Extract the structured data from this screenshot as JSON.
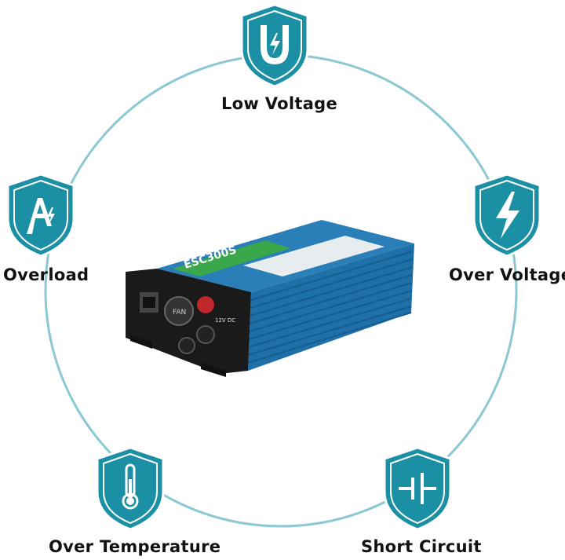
{
  "features": [
    {
      "id": "low-voltage",
      "label": "Low Voltage",
      "icon": "magnet-bolt-icon"
    },
    {
      "id": "overload",
      "label": "Overload",
      "icon": "amp-icon"
    },
    {
      "id": "over-voltage",
      "label": "Over Voltage",
      "icon": "lightning-bolt-icon"
    },
    {
      "id": "over-temperature",
      "label": "Over Temperature",
      "icon": "thermometer-icon"
    },
    {
      "id": "short-circuit",
      "label": "Short Circuit",
      "icon": "short-circuit-icon"
    }
  ],
  "product": {
    "model": "ESC300S",
    "fan_label": "FAN",
    "input_label": "12V DC"
  },
  "colors": {
    "accent": "#1b8fa3",
    "accent_dark": "#0e6e80",
    "ring": "#8cc8d3",
    "body": "#1f6fa8"
  }
}
